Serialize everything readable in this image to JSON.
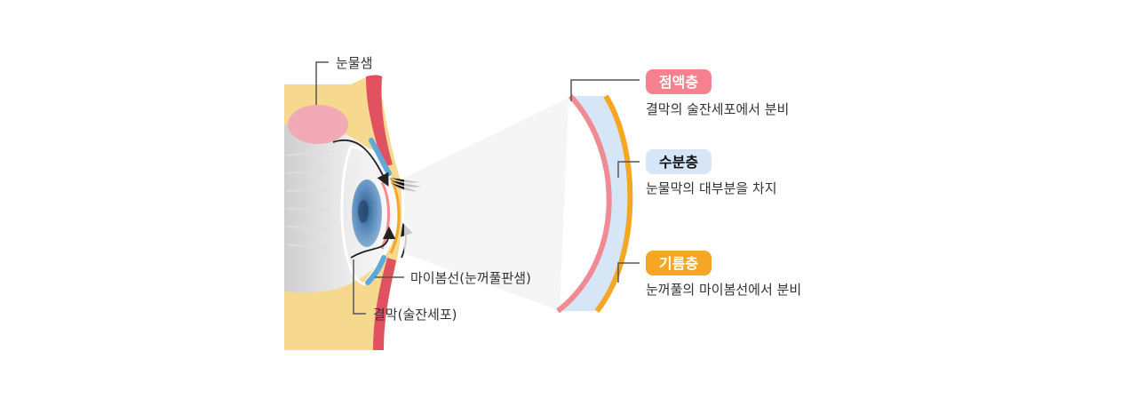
{
  "labels": {
    "lacrimal_gland": "눈물샘",
    "meibomian_gland": "마이봄선(눈꺼풀판샘)",
    "conjunctiva": "결막(술잔세포)"
  },
  "layers": [
    {
      "name": "점액층",
      "description": "결막의 술잔세포에서 분비",
      "badge_color": "#f4818d",
      "text_color": "#ffffff"
    },
    {
      "name": "수분층",
      "description": "눈물막의 대부분을 차지",
      "badge_color": "#d6e6f6",
      "text_color": "#111111"
    },
    {
      "name": "기름층",
      "description": "눈꺼풀의 마이봄선에서 분비",
      "badge_color": "#f5a623",
      "text_color": "#ffffff"
    }
  ],
  "colors": {
    "mucin": "#f08a95",
    "aqueous": "#d6e6f6",
    "lipid": "#f5a623",
    "skin": "#f6d98e",
    "muscle": "#e0525f",
    "iris": "#5a8bbd",
    "gland": "#f2a9b6"
  }
}
